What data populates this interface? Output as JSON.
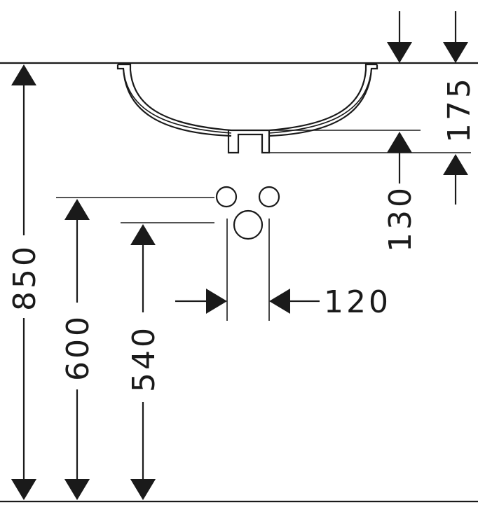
{
  "dimensions": {
    "installation_height": "850",
    "supply_height": "600",
    "drain_height": "540",
    "supply_spacing": "120",
    "basin_depth": "130",
    "drain_offset": "175"
  },
  "colors": {
    "line": "#1a1a1a",
    "background": "#ffffff"
  }
}
